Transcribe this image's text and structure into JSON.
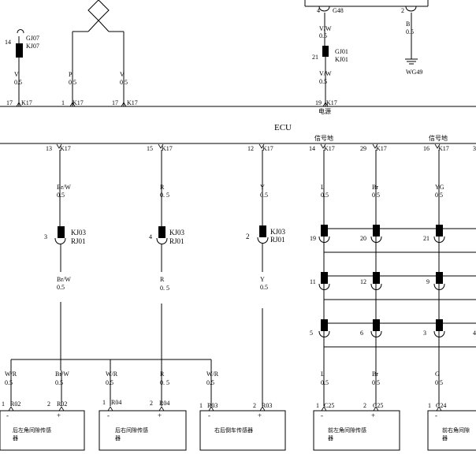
{
  "labels": {
    "gj07": "GJ07",
    "kj07": "KJ07",
    "pin14": "14",
    "v": "V",
    "p": "P",
    "vw": "V/W",
    "b": "B",
    "brw": "Br/W",
    "r": "R",
    "y": "Y",
    "l": "L",
    "br": "Br",
    "yg": "YG",
    "g": "G",
    "wr": "W/R",
    "gauge": "0.5",
    "gauge_r": "0. 5",
    "g48": "G48",
    "pin4": "4",
    "pin2": "2",
    "gj01": "GJ01",
    "kj01": "KJ01",
    "pin21": "21",
    "wg49": "WG49",
    "c1": "17",
    "c2": "1",
    "c3": "17",
    "c4": "19",
    "k17": "K17",
    "power": "电源",
    "ecu": "ECU",
    "sig1": "信号地",
    "sig2": "信号地",
    "e13": "13",
    "e15": "15",
    "e12": "12",
    "e14": "14",
    "e29": "29",
    "e16": "16",
    "e3": "3",
    "kj03": "KJ03",
    "rj01": "RJ01",
    "p3": "3",
    "p4": "4",
    "p2": "2",
    "m19": "19",
    "m20": "20",
    "m21": "21",
    "m11": "11",
    "m12": "12",
    "m9": "9",
    "m5": "5",
    "m6": "6",
    "m3": "3",
    "m4": "4",
    "s1": "1",
    "s2": "2",
    "r02": "R02",
    "r04": "R04",
    "r03": "R03",
    "c25": "C25",
    "c24": "C24",
    "minus": "-",
    "plus": "+",
    "sensor1": "后左角间隙传感",
    "sensor2": "后右间隙传感",
    "sensor3": "右后倒车传感器",
    "sensor4": "前左角间隙传感",
    "sensor5": "前右角间隙",
    "qi": "器"
  }
}
